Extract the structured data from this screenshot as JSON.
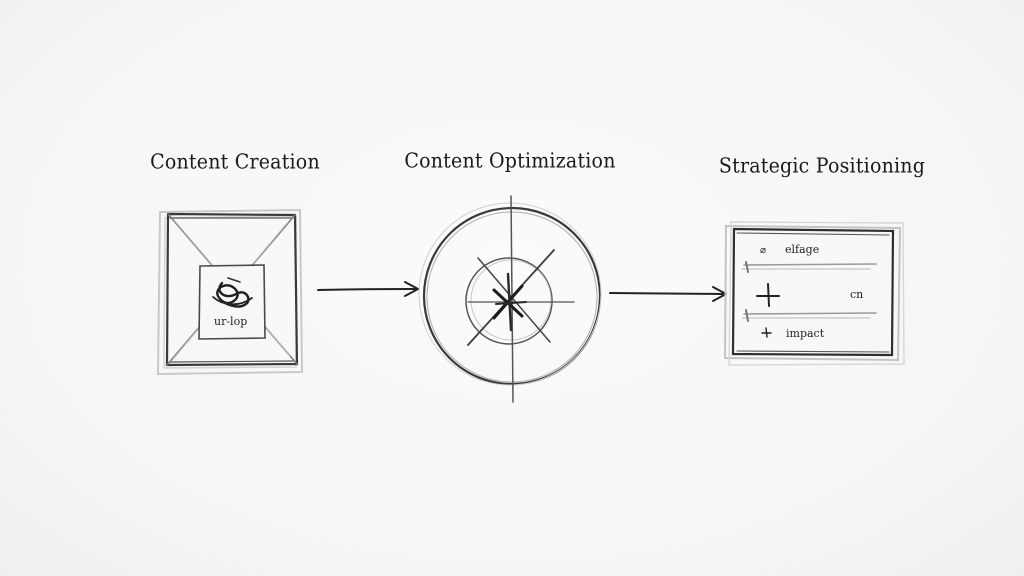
{
  "stages": [
    {
      "title": "Content Creation",
      "icon": "crossed-box-icon",
      "inner_text": "ur-lop"
    },
    {
      "title": "Content Optimization",
      "icon": "crosshair-target-icon"
    },
    {
      "title": "Strategic Positioning",
      "icon": "positioning-panel-icon",
      "panel": {
        "top_text": "elfage",
        "top_glyph": "⌀",
        "right_text": "cn",
        "bottom_text": "impact"
      }
    }
  ],
  "connectors": [
    {
      "from": "Content Creation",
      "to": "Content Optimization"
    },
    {
      "from": "Content Optimization",
      "to": "Strategic Positioning"
    }
  ]
}
